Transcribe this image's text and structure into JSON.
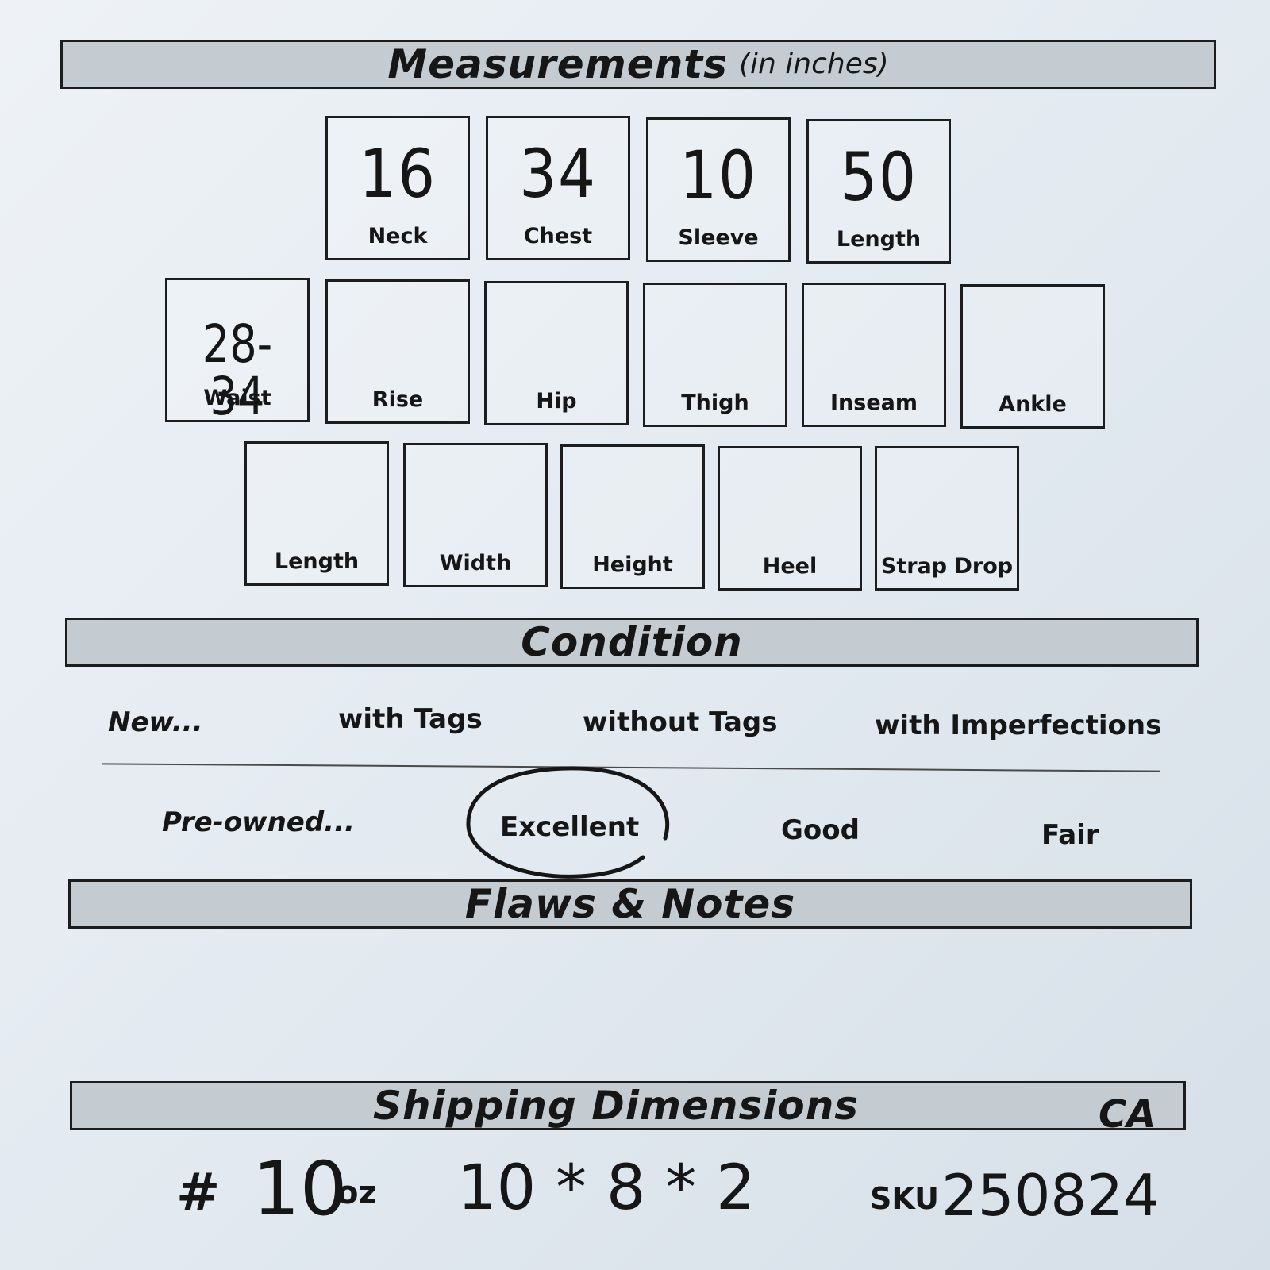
{
  "measurements": {
    "title": "Measurements",
    "subtitle": "(in inches)",
    "row1": [
      {
        "label": "Neck",
        "value": "16"
      },
      {
        "label": "Chest",
        "value": "34"
      },
      {
        "label": "Sleeve",
        "value": "10"
      },
      {
        "label": "Length",
        "value": "50"
      }
    ],
    "row2": [
      {
        "label": "Waist",
        "value": "28-34"
      },
      {
        "label": "Rise",
        "value": ""
      },
      {
        "label": "Hip",
        "value": ""
      },
      {
        "label": "Thigh",
        "value": ""
      },
      {
        "label": "Inseam",
        "value": ""
      },
      {
        "label": "Ankle",
        "value": ""
      }
    ],
    "row3": [
      {
        "label": "Length",
        "value": ""
      },
      {
        "label": "Width",
        "value": ""
      },
      {
        "label": "Height",
        "value": ""
      },
      {
        "label": "Heel",
        "value": ""
      },
      {
        "label": "Strap Drop",
        "value": ""
      }
    ]
  },
  "condition": {
    "title": "Condition",
    "new_heading": "New...",
    "new_options": [
      "with Tags",
      "without Tags",
      "with Imperfections"
    ],
    "preowned_heading": "Pre-owned...",
    "preowned_options": [
      "Excellent",
      "Good",
      "Fair"
    ],
    "selected": "Excellent"
  },
  "flaws": {
    "title": "Flaws & Notes"
  },
  "shipping": {
    "title": "Shipping Dimensions",
    "code": "CA",
    "weight_prefix": "#",
    "weight_value": "10",
    "weight_unit": "oz",
    "dimensions": "10 * 8 * 2",
    "sku_label": "SKU",
    "sku_value": "250824"
  }
}
